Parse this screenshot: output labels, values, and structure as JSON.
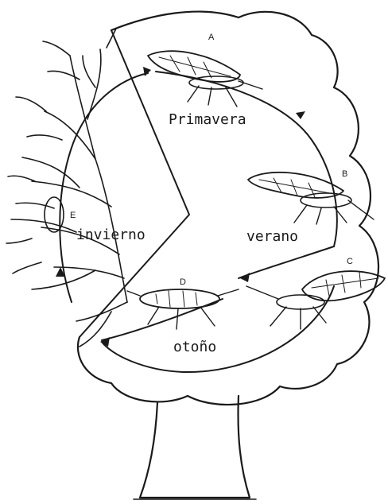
{
  "diagram": {
    "seasons": {
      "spring": "Primavera",
      "summer": "verano",
      "autumn": "otoño",
      "winter": "invierno"
    },
    "markers": {
      "a": "A",
      "b": "B",
      "c": "C",
      "d": "D",
      "e": "E"
    }
  }
}
